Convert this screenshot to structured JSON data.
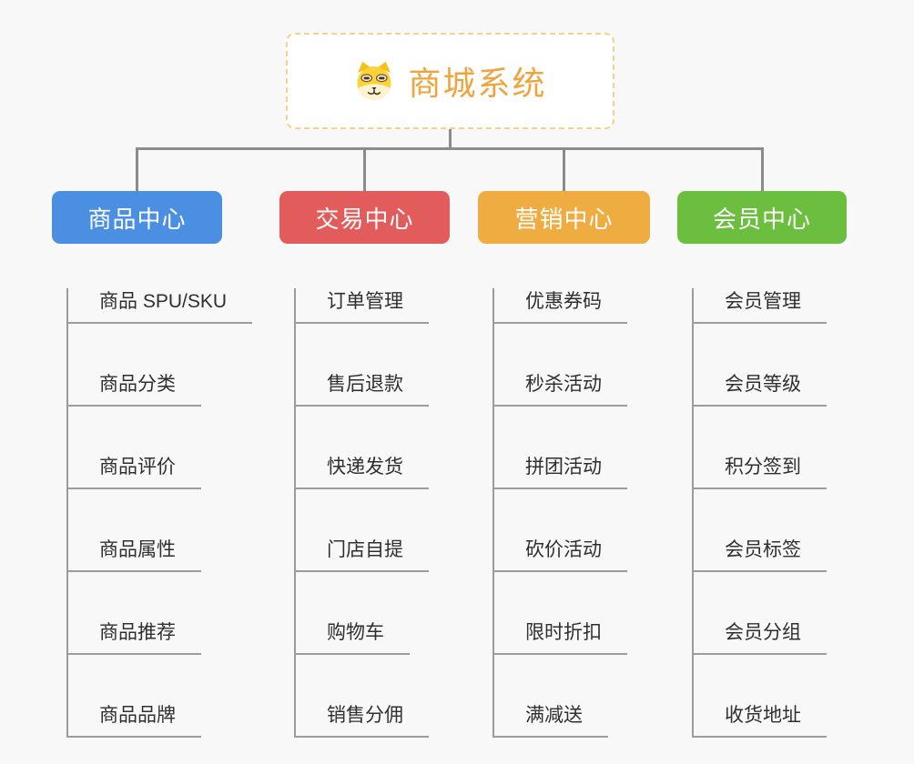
{
  "page": {
    "background_color": "#f8f8f8",
    "connector_color": "#8b8b8b",
    "leaf_line_color": "#9c9c9c"
  },
  "root": {
    "title": "商城系统",
    "icon": "dog-face-icon",
    "text_color": "#f0a43e",
    "border_color": "#f5d08f"
  },
  "branches": [
    {
      "label": "商品中心",
      "color": "#4a8fe2",
      "children": [
        "商品 SPU/SKU",
        "商品分类",
        "商品评价",
        "商品属性",
        "商品推荐",
        "商品品牌"
      ]
    },
    {
      "label": "交易中心",
      "color": "#e35c5c",
      "children": [
        "订单管理",
        "售后退款",
        "快递发货",
        "门店自提",
        "购物车",
        "销售分佣"
      ]
    },
    {
      "label": "营销中心",
      "color": "#efad41",
      "children": [
        "优惠券码",
        "秒杀活动",
        "拼团活动",
        "砍价活动",
        "限时折扣",
        "满减送"
      ]
    },
    {
      "label": "会员中心",
      "color": "#6cbe3f",
      "children": [
        "会员管理",
        "会员等级",
        "积分签到",
        "会员标签",
        "会员分组",
        "收货地址"
      ]
    }
  ]
}
